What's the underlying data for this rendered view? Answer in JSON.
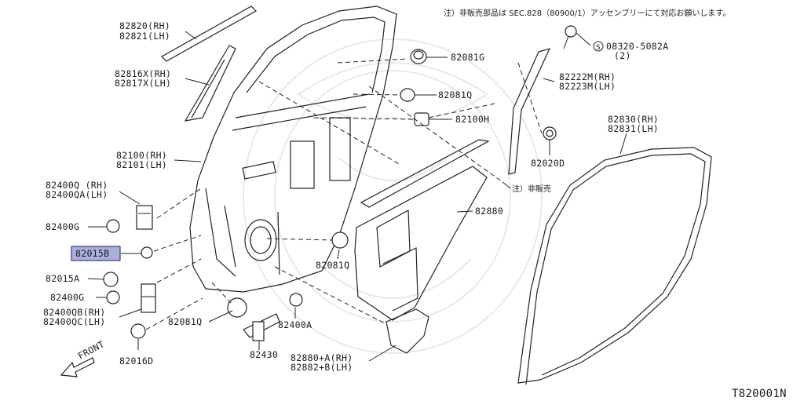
{
  "note_top": "注）非販売部品は SEC.828（80900/1）アッセンブリーにて対応お願いします。",
  "note_nonsale": "注）非販売",
  "diagram_code": "T820001N",
  "front_label": "FRONT",
  "parts": {
    "p82820": "82820(RH)",
    "p82821": "82821(LH)",
    "p82816x": "82816X(RH)",
    "p82817x": "82817X(LH)",
    "p82100": "82100(RH)",
    "p82101": "82101(LH)",
    "p82400q": "82400Q (RH)",
    "p82400qa": "82400QA(LH)",
    "p82400g_top": "82400G",
    "p82015b": "82015B",
    "p82015a": "82015A",
    "p82400g_bot": "82400G",
    "p82400qb": "82400QB(RH)",
    "p82400qc": "82400QC(LH)",
    "p82016d": "82016D",
    "p82081q_bot": "82081Q",
    "p82430": "82430",
    "p82400a": "82400A",
    "p82081q_mid": "82081Q",
    "p82880a": "82880+A(RH)",
    "p82882b": "82882+B(LH)",
    "p82880": "82880",
    "p82081g": "82081G",
    "p82081q_top": "82081Q",
    "p82100h": "82100H",
    "p08320": "08320-5082A",
    "p08320_qty": "(2)",
    "p82222m": "82222M(RH)",
    "p82223m": "82223M(LH)",
    "p82020d": "82020D",
    "p82830": "82830(RH)",
    "p82831": "82831(LH)"
  }
}
